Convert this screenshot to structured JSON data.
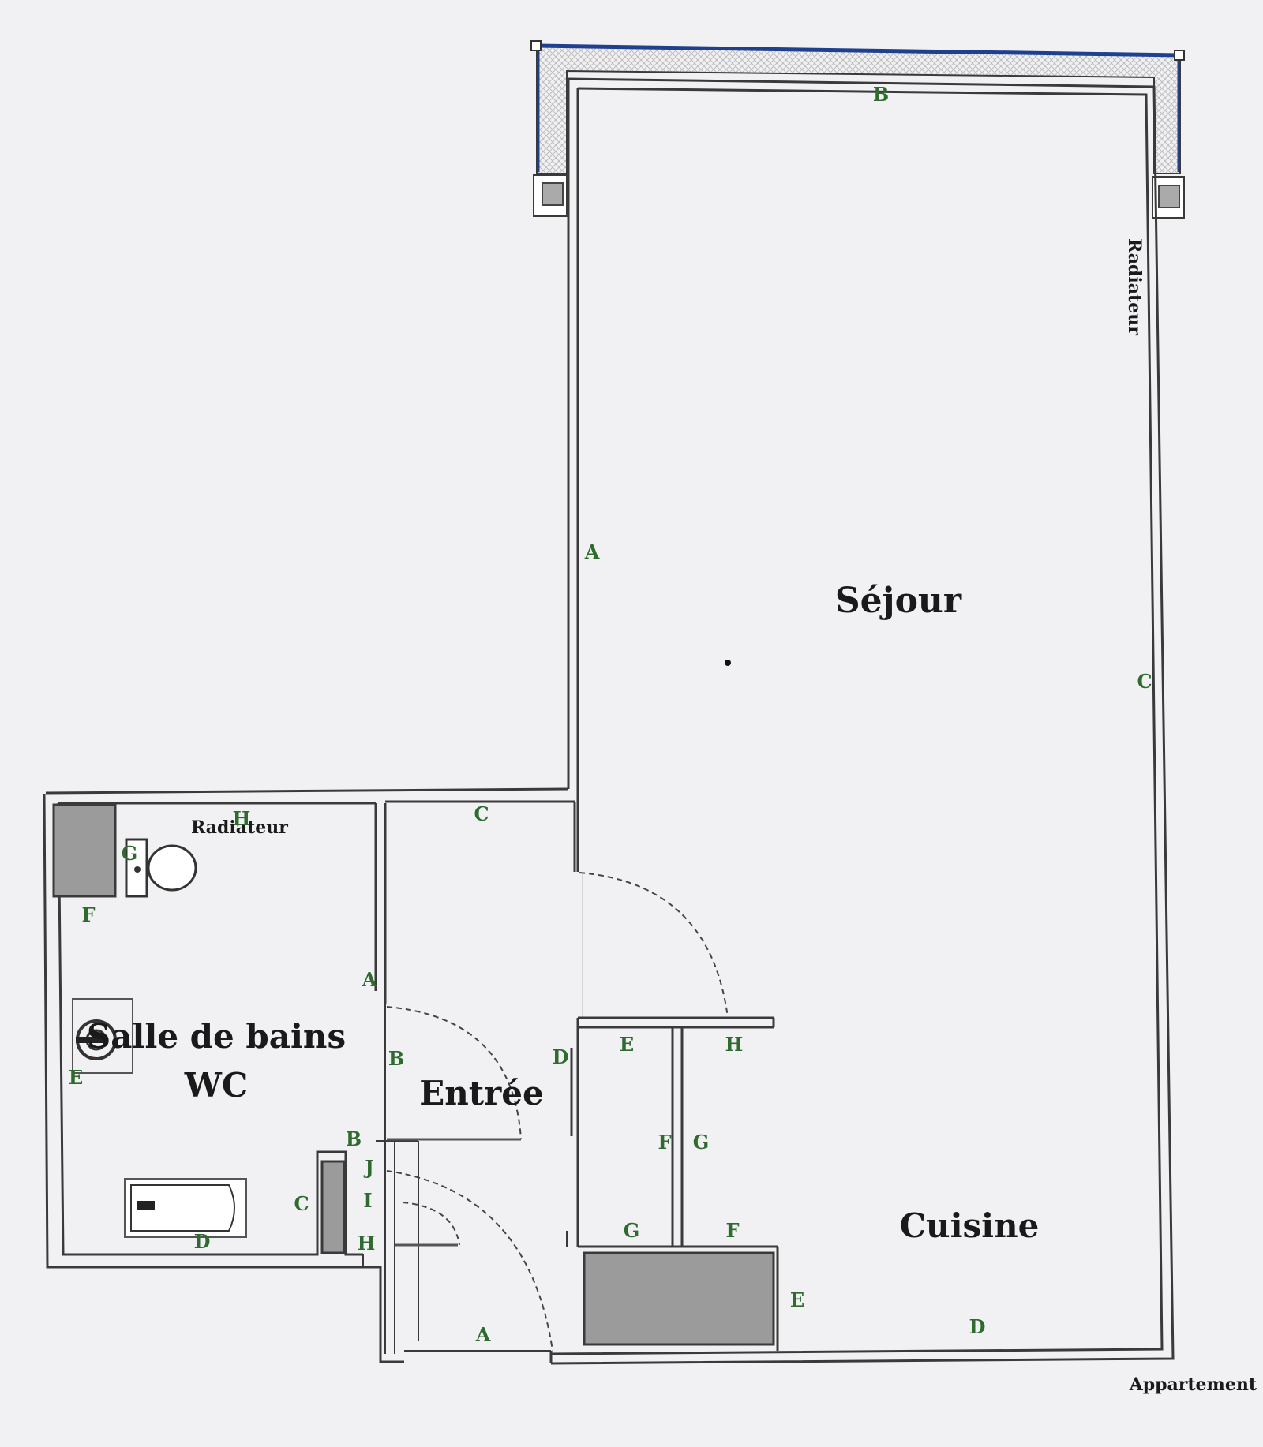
{
  "plan": {
    "title": "Appartement",
    "rooms": {
      "sejour": "Séjour",
      "salle_de_bains_line1": "Salle de bains",
      "salle_de_bains_line2": "WC",
      "entree": "Entrée",
      "cuisine": "Cuisine"
    },
    "radiators": {
      "sejour": "Radiateur",
      "bathroom": "Radiateur"
    },
    "wall_letters": {
      "sejour_a": "A",
      "sejour_b": "B",
      "sejour_c": "C",
      "sejour_d": "D",
      "entree_c": "C",
      "entree_b": "B",
      "entree_d": "D",
      "entree_a": "A",
      "bath_a": "A",
      "bath_b": "B",
      "bath_c": "C",
      "bath_d": "D",
      "bath_e": "E",
      "bath_f": "F",
      "bath_g": "G",
      "bath_h": "H",
      "bath_i": "I",
      "bath_j": "J",
      "bath_h2": "H",
      "closet_e": "E",
      "closet_h": "H",
      "closet_f": "F",
      "closet_g": "G",
      "closet_g2": "G",
      "closet_f2": "F",
      "cuisine_e": "E"
    },
    "colors": {
      "background": "#f1f1f3",
      "walls": "#3a3a3a",
      "balcony_edge": "#1f3f8f",
      "letters": "#2f6b2f",
      "fixtures": "#9b9b9b"
    }
  }
}
